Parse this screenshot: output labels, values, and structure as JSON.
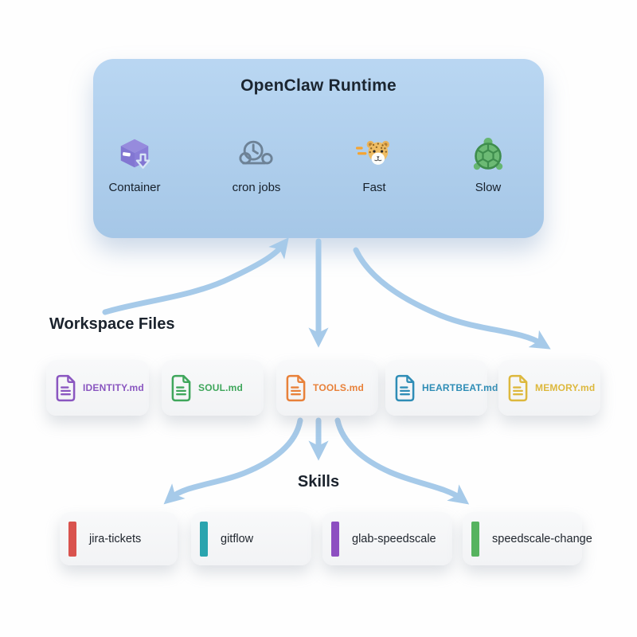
{
  "runtime": {
    "title": "OpenClaw Runtime",
    "items": [
      {
        "label": "Container",
        "icon": "package-icon"
      },
      {
        "label": "cron jobs",
        "icon": "cloud-clock-icon"
      },
      {
        "label": "Fast",
        "icon": "cheetah-icon"
      },
      {
        "label": "Slow",
        "icon": "turtle-icon"
      }
    ]
  },
  "workspace": {
    "heading": "Workspace Files",
    "files": [
      {
        "name": "IDENTITY.md",
        "color": "#8a56c0",
        "icon": "document-icon"
      },
      {
        "name": "SOUL.md",
        "color": "#3fa65b",
        "icon": "document-icon"
      },
      {
        "name": "TOOLS.md",
        "color": "#e8813a",
        "icon": "document-icon"
      },
      {
        "name": "HEARTBEAT.md",
        "color": "#2f8db6",
        "icon": "document-icon"
      },
      {
        "name": "MEMORY.md",
        "color": "#ddb83d",
        "icon": "document-icon"
      }
    ]
  },
  "skills": {
    "heading": "Skills",
    "items": [
      {
        "name": "jira-tickets",
        "color": "#d9534e"
      },
      {
        "name": "gitflow",
        "color": "#2aa4ae"
      },
      {
        "name": "glab-speedscale",
        "color": "#8d4fc1"
      },
      {
        "name": "speedscale-change",
        "color": "#56b35f"
      }
    ]
  },
  "flow": {
    "edges": [
      {
        "from": "workspace-files",
        "to": "runtime",
        "direction": "up"
      },
      {
        "from": "runtime",
        "to": "TOOLS.md",
        "direction": "down"
      },
      {
        "from": "runtime",
        "to": "MEMORY.md",
        "direction": "down"
      },
      {
        "from": "TOOLS.md",
        "to": "jira-tickets",
        "direction": "down"
      },
      {
        "from": "TOOLS.md",
        "to": "skills",
        "direction": "down"
      },
      {
        "from": "TOOLS.md",
        "to": "speedscale-change",
        "direction": "down"
      }
    ]
  },
  "colors": {
    "panel": "#aed0f0",
    "arrow": "#a6cae9",
    "heading_text": "#1b232d",
    "card_bg": "#f6f7f8"
  }
}
